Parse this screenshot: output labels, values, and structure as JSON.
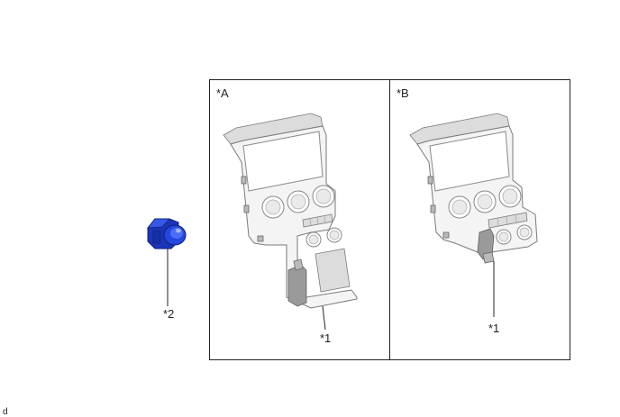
{
  "panels": [
    {
      "label": "*A",
      "callout": "*1"
    },
    {
      "label": "*B",
      "callout": "*1"
    }
  ],
  "switch_part": {
    "callout": "*2",
    "color": "#1e3ed1"
  },
  "footer_code": "d"
}
